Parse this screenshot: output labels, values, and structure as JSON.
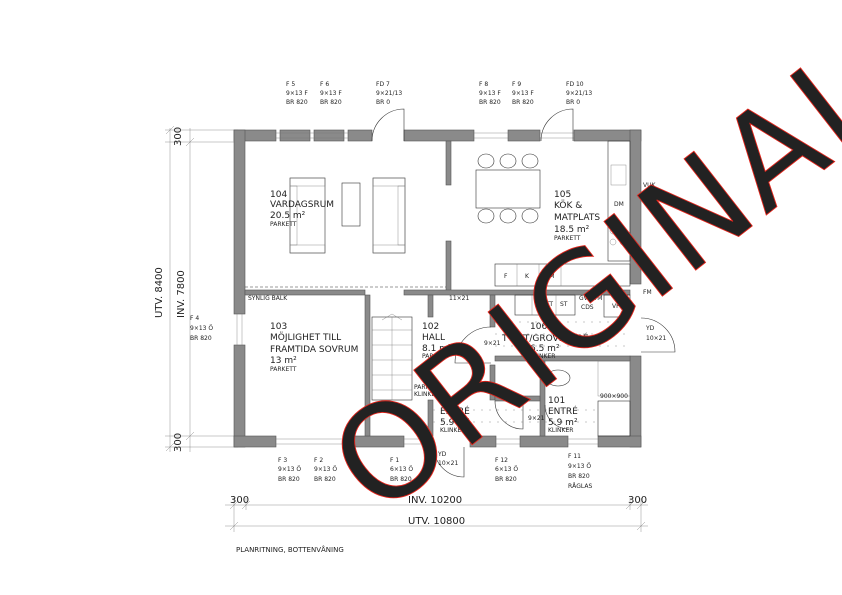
{
  "rooms": [
    {
      "id": "104",
      "name": "VARDAGSRUM",
      "area": "20.5 m²",
      "floor": "PARKETT"
    },
    {
      "id": "105",
      "name1": "KÖK &",
      "name2": "MATPLATS",
      "area": "18.5 m²",
      "floor": "PARKETT"
    },
    {
      "id": "103",
      "name1": "MÖJLIGHET TILL",
      "name2": "FRAMTIDA SOVRUM",
      "area": "13 m²",
      "floor": "PARKETT"
    },
    {
      "id": "102",
      "name": "HALL",
      "area": "8.1 m²",
      "floor": "PARKETT"
    },
    {
      "id": "106",
      "name": "TVÄTT/GROVENTRÉ",
      "area": "6.5 m²",
      "floor": "KLINKER"
    },
    {
      "id": "101",
      "name": "ENTRÉ",
      "area": "5.9 m²",
      "floor": "KLINKER"
    },
    {
      "id": "101",
      "name": "ENTRÉ",
      "area": "5.9 m²",
      "floor": "KLINKER"
    }
  ],
  "windows_top": [
    {
      "id": "F 5",
      "size": "9×13 F",
      "br": "BR 820"
    },
    {
      "id": "F 6",
      "size": "9×13 F",
      "br": "BR 820"
    },
    {
      "id": "FD 7",
      "size": "9×21/13",
      "br": "BR 0"
    },
    {
      "id": "F 8",
      "size": "9×13 F",
      "br": "BR 820"
    },
    {
      "id": "F 9",
      "size": "9×13 F",
      "br": "BR 820"
    },
    {
      "id": "FD 10",
      "size": "9×21/13",
      "br": "BR 0"
    }
  ],
  "window_left": {
    "id": "F 4",
    "size": "9×13 Ö",
    "br": "BR 820"
  },
  "windows_bottom": [
    {
      "id": "F 3",
      "size": "9×13 Ö",
      "br": "BR 820"
    },
    {
      "id": "F 2",
      "size": "9×13 Ö",
      "br": "BR 820"
    },
    {
      "id": "F 1",
      "size": "6×13 Ö",
      "br": "BR 820"
    },
    {
      "id": "F 12",
      "size": "6×13 Ö",
      "br": "BR 820"
    },
    {
      "id": "F 11",
      "size": "9×13 Ö",
      "br": "BR 820",
      "extra": "RÅGLAS"
    }
  ],
  "doors": [
    {
      "id": "YD",
      "size": "10×21"
    },
    {
      "id": "YD",
      "size": "10×21"
    }
  ],
  "fixtures": {
    "dm": "DM",
    "vuk": "VUK",
    "f": "F",
    "k": "K",
    "ugn": "U/M",
    "tmtt": "TM/TT",
    "st": "ST",
    "gvf_vm": "GVF,VM",
    "cds": "CDS",
    "vp": "VP",
    "fm": "FM",
    "shower": "900×900",
    "synlig_balk": "SYNLIG BALK",
    "hall_door": "11×21",
    "parkett_klinker1": "PARKETT",
    "parkett_klinker2": "KLINKER",
    "door_9x21a": "9×21",
    "door_9x21b": "9×21"
  },
  "dimensions": {
    "utv_width": "UTV. 10800",
    "inv_width": "INV. 10200",
    "margin_left": "300",
    "margin_right": "300",
    "utv_height": "UTV. 8400",
    "inv_height": "INV. 7800",
    "margin_top": "300",
    "margin_bottom": "300"
  },
  "caption": "PLANRITNING, BOTTENVÅNING",
  "watermark": "ORIGINAL"
}
